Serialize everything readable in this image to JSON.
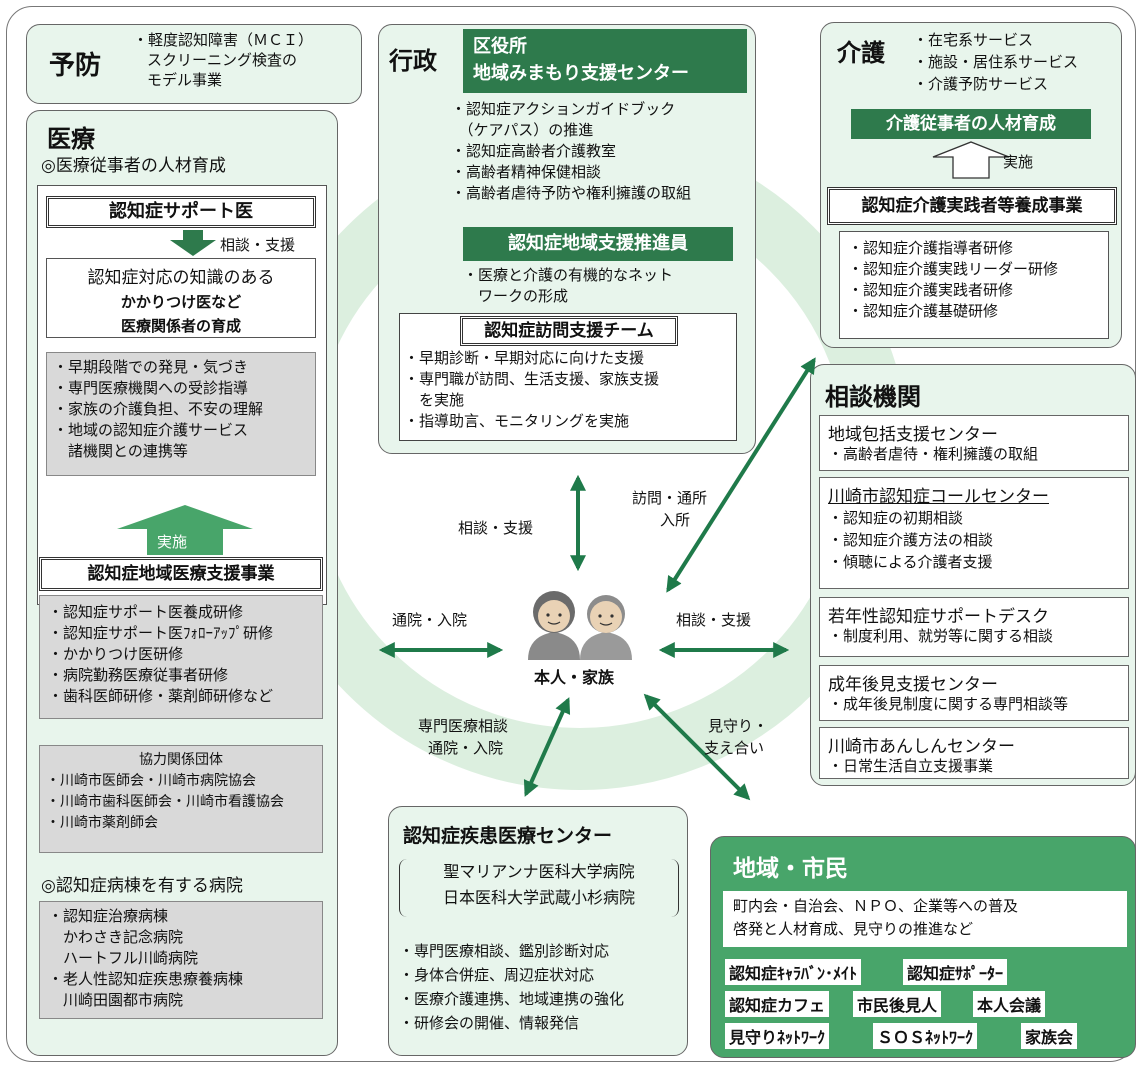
{
  "yobo": {
    "title": "予防",
    "lines": [
      "・軽度認知障害（ＭＣＩ）",
      "スクリーニング検査の",
      "モデル事業"
    ]
  },
  "iryo": {
    "title": "医療",
    "subtitle": "◎医療従事者の人材育成",
    "support_doctor": "認知症サポート医",
    "consult_support": "相談・支援",
    "knowledge_line1": "認知症対応の知識のある",
    "knowledge_line2": "かかりつけ医など",
    "knowledge_line3": "医療関係者の育成",
    "roles": [
      "・早期段階での発見・気づき",
      "・専門医療機関への受診指導",
      "・家族の介護負担、不安の理解",
      "・地域の認知症介護サービス",
      "　諸機関との連携等"
    ],
    "jisshi": "実施",
    "project": "認知症地域医療支援事業",
    "trainings": [
      "・認知症サポート医養成研修",
      "・認知症サポート医ﾌｫﾛｰｱｯﾌﾟ研修",
      "・かかりつけ医研修",
      "・病院勤務医療従事者研修",
      "・歯科医師研修・薬剤師研修など"
    ],
    "partners_title": "協力関係団体",
    "partners": [
      "・川崎市医師会・川崎市病院協会",
      "・川崎市歯科医師会・川崎市看護協会",
      "・川崎市薬剤師会"
    ],
    "hospital_title": "◎認知症病棟を有する病院",
    "hospitals": [
      "・認知症治療病棟",
      "　かわさき記念病院",
      "　ハートフル川崎病院",
      "・老人性認知症疾患療養病棟",
      "　川崎田園都市病院"
    ]
  },
  "gyosei": {
    "title": "行政",
    "ward_line1": "区役所",
    "ward_line2": "地域みまもり支援センター",
    "items": [
      "・認知症アクションガイドブック",
      "　（ケアパス）の推進",
      "・認知症高齢者介護教室",
      "・高齢者精神保健相談",
      "・高齢者虐待予防や権利擁護の取組"
    ],
    "promoter": "認知症地域支援推進員",
    "promoter_items": [
      "・医療と介護の有機的なネット",
      "　ワークの形成"
    ],
    "team_title": "認知症訪問支援チーム",
    "team_items": [
      "・早期診断・早期対応に向けた支援",
      "・専門職が訪問、生活支援、家族支援",
      "　を実施",
      "・指導助言、モニタリングを実施"
    ]
  },
  "kaigo": {
    "title": "介護",
    "services": [
      "・在宅系サービス",
      "・施設・居住系サービス",
      "・介護予防サービス"
    ],
    "hr": "介護従事者の人材育成",
    "jisshi": "実施",
    "project": "認知症介護実践者等養成事業",
    "trainings": [
      "・認知症介護指導者研修",
      "・認知症介護実践リーダー研修",
      "・認知症介護実践者研修",
      "・認知症介護基礎研修"
    ]
  },
  "sodan": {
    "title": "相談機関",
    "orgs": [
      {
        "name": "地域包括支援センター",
        "items": [
          "・高齢者虐待・権利擁護の取組"
        ]
      },
      {
        "name": "川崎市認知症コールセンター",
        "items": [
          "・認知症の初期相談",
          "・認知症介護方法の相談",
          "・傾聴による介護者支援"
        ]
      },
      {
        "name": "若年性認知症サポートデスク",
        "items": [
          "・制度利用、就労等に関する相談"
        ]
      },
      {
        "name": "成年後見支援センター",
        "items": [
          "・成年後見制度に関する専門相談等"
        ]
      },
      {
        "name": "川崎市あんしんセンター",
        "items": [
          "・日常生活自立支援事業"
        ]
      }
    ]
  },
  "center": {
    "title": "認知症疾患医療センター",
    "hospitals": [
      "聖マリアンナ医科大学病院",
      "日本医科大学武蔵小杉病院"
    ],
    "items": [
      "・専門医療相談、鑑別診断対応",
      "・身体合併症、周辺症状対応",
      "・医療介護連携、地域連携の強化",
      "・研修会の開催、情報発信"
    ]
  },
  "chiiki": {
    "title": "地域・市民",
    "desc_line1": "町内会・自治会、ＮＰＯ、企業等への普及",
    "desc_line2": "啓発と人材育成、見守りの推進など",
    "tags": [
      "認知症ｷｬﾗﾊﾞﾝ･ﾒｲﾄ",
      "認知症ｻﾎﾟｰﾀｰ",
      "認知症カフェ",
      "市民後見人",
      "本人会議",
      "見守りﾈｯﾄﾜｰｸ",
      "ＳＯＳﾈｯﾄﾜｰｸ",
      "家族会"
    ]
  },
  "person": {
    "label": "本人・家族"
  },
  "arrow_labels": {
    "top": "相談・支援",
    "top_right_1": "訪問・通所",
    "top_right_2": "入所",
    "left": "通院・入院",
    "right": "相談・支援",
    "bottom_left_1": "専門医療相談",
    "bottom_left_2": "通院・入院",
    "bottom_right_1": "見守り・",
    "bottom_right_2": "支え合い"
  },
  "colors": {
    "arrow": "#1f7a4a",
    "dark_green": "#2e7a4c",
    "mint": "#e8f5ec",
    "gray": "#d9d9d9"
  }
}
